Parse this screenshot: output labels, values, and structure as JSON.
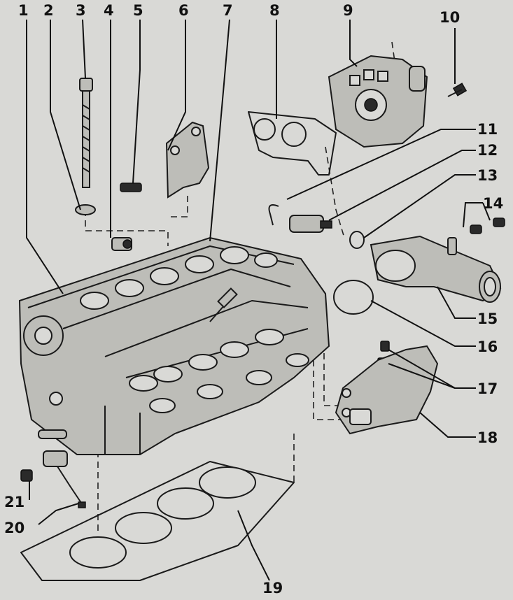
{
  "callouts": [
    "1",
    "2",
    "3",
    "4",
    "5",
    "6",
    "7",
    "8",
    "9",
    "10",
    "11",
    "12",
    "13",
    "14",
    "15",
    "16",
    "17",
    "18",
    "19",
    "20",
    "21"
  ],
  "colors": {
    "background": "#d9d9d6",
    "ink": "#1a1a1a",
    "metal": "#bdbdb8"
  }
}
